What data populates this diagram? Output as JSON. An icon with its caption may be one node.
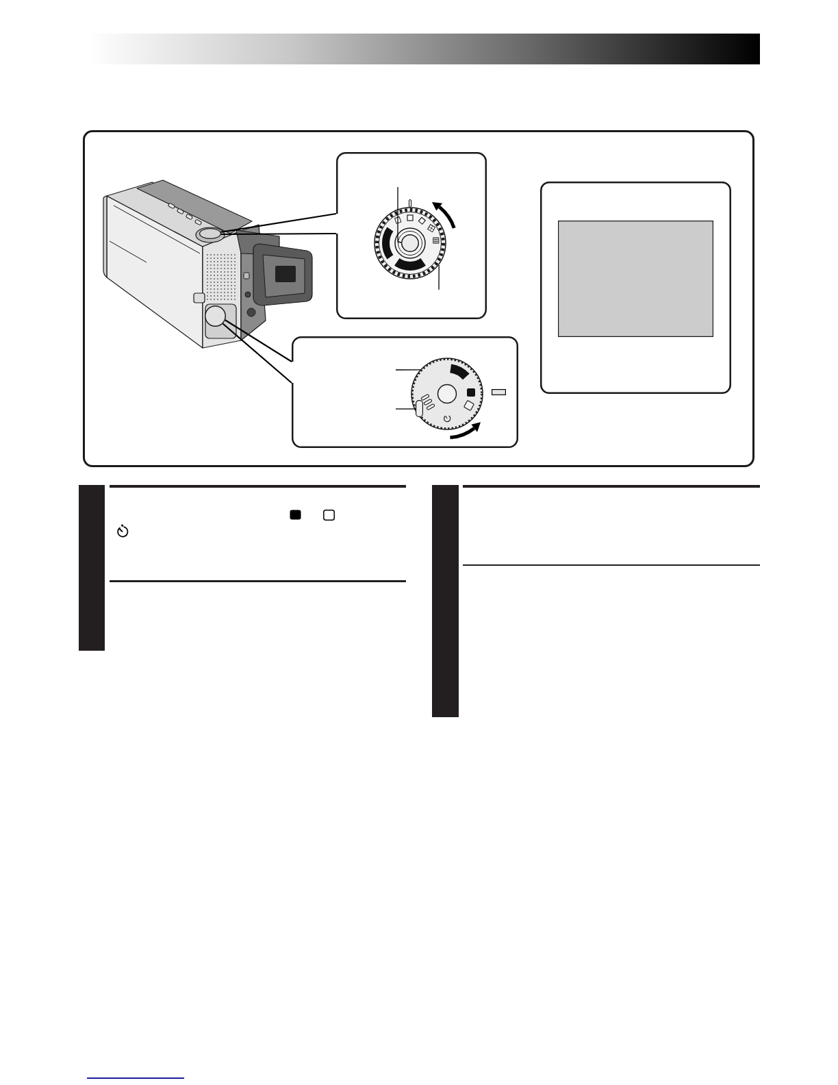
{
  "diagram": {
    "nodes": [
      {
        "text": [],
        "shape": "box"
      },
      {
        "text": [],
        "shape": "picture",
        "in": 0
      },
      {
        "text": [],
        "shape": "circle",
        "in": 1
      },
      {
        "text": [],
        "shape": "circle",
        "in": 1
      },
      {
        "text": [],
        "shape": "box",
        "in": 0
      },
      {
        "text": [],
        "shape": "picture",
        "in": 4
      },
      {
        "text": [],
        "shape": "circle",
        "in": 5
      },
      {
        "text": [],
        "shape": "box",
        "in": 0
      },
      {
        "text": [],
        "shape": "picture",
        "in": 7
      },
      {
        "text": [],
        "shape": "box",
        "in": 8
      },
      {
        "text": [],
        "shape": "box",
        "in": 0
      },
      {
        "text": [],
        "shape": "box",
        "in": 10
      },
      {
        "text": [],
        "shape": "bar"
      },
      {
        "text": [],
        "shape": "bar"
      }
    ],
    "edges": [
      {
        "from": 2,
        "to": 4,
        "arrow": "none"
      },
      {
        "from": 2,
        "to": 4,
        "arrow": "none"
      },
      {
        "from": 3,
        "to": 7,
        "arrow": "none"
      },
      {
        "from": 3,
        "to": 7,
        "arrow": "none"
      },
      {
        "from": null,
        "to": 6,
        "arrow": "none"
      },
      {
        "from": null,
        "to": 5,
        "arrow": "none"
      },
      {
        "from": null,
        "to": 8,
        "arrow": "none"
      },
      {
        "from": null,
        "to": 9,
        "arrow": "none"
      }
    ]
  }
}
